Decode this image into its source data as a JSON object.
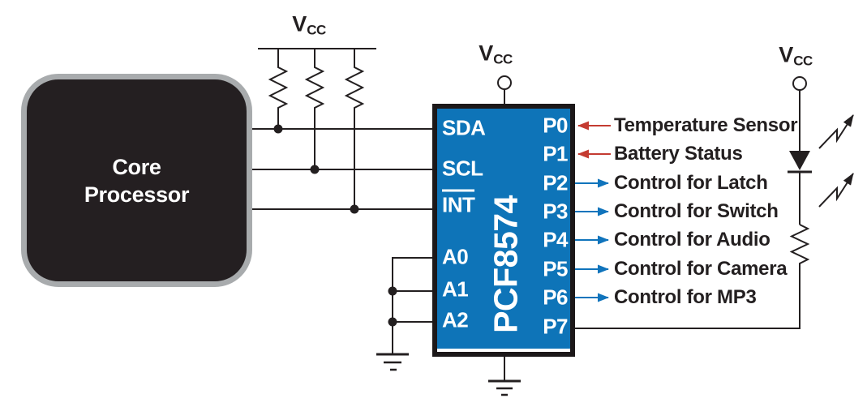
{
  "processor": {
    "line1": "Core",
    "line2": "Processor"
  },
  "chip": {
    "part_number": "PCF8574",
    "left_pins": [
      {
        "label": "SDA",
        "overline": false
      },
      {
        "label": "SCL",
        "overline": false
      },
      {
        "label": "INT",
        "overline": true
      },
      {
        "label": "A0",
        "overline": false
      },
      {
        "label": "A1",
        "overline": false
      },
      {
        "label": "A2",
        "overline": false
      }
    ],
    "right_pins": [
      "P0",
      "P1",
      "P2",
      "P3",
      "P4",
      "P5",
      "P6",
      "P7"
    ]
  },
  "power": {
    "vcc_main": "V",
    "vcc_sub": "CC",
    "vcc_count": 3
  },
  "connections": [
    {
      "pin": "P0",
      "label": "Temperature Sensor",
      "direction": "input"
    },
    {
      "pin": "P1",
      "label": "Battery Status",
      "direction": "input"
    },
    {
      "pin": "P2",
      "label": "Control for Latch",
      "direction": "output"
    },
    {
      "pin": "P3",
      "label": "Control for Switch",
      "direction": "output"
    },
    {
      "pin": "P4",
      "label": "Control for Audio",
      "direction": "output"
    },
    {
      "pin": "P5",
      "label": "Control for Camera",
      "direction": "output"
    },
    {
      "pin": "P6",
      "label": "Control for MP3",
      "direction": "output"
    },
    {
      "pin": "P7",
      "label": "",
      "direction": "wire-to-led"
    }
  ],
  "colors": {
    "chip_fill": "#0e74b8",
    "chip_border": "#1c1819",
    "wire_ink": "#231f20",
    "input_arrow_red": "#c43b31",
    "output_arrow_blue": "#1074bc",
    "processor_fill": "#241f21",
    "processor_border": "#a8abad",
    "pin_text": "#ffffff",
    "background": "#ffffff"
  }
}
